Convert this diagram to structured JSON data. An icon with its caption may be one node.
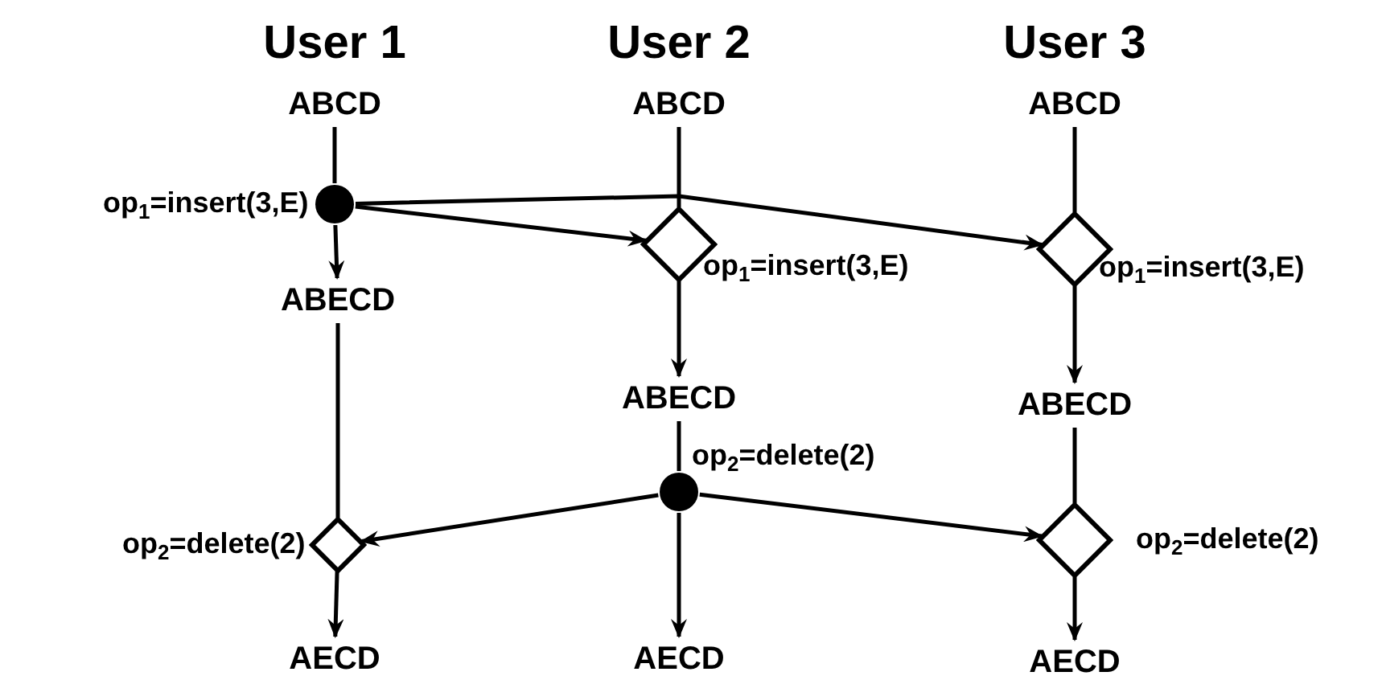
{
  "diagram": {
    "nodes": [
      {
        "text": [
          "ABCD"
        ]
      },
      {
        "text": [
          "ABCD"
        ]
      },
      {
        "text": [
          "ABCD"
        ]
      },
      {
        "text": [],
        "shape": "circle",
        "beside": [
          "op$_{1}$=insert(3,E)"
        ]
      },
      {
        "text": [],
        "shape": "diamond",
        "beside": [
          "op$_{1}$=insert(3,E)"
        ]
      },
      {
        "text": [],
        "shape": "diamond",
        "beside": [
          "op$_{1}$=insert(3,E)"
        ]
      },
      {
        "text": [
          "ABECD"
        ]
      },
      {
        "text": [
          "ABECD"
        ]
      },
      {
        "text": [
          "ABECD"
        ]
      },
      {
        "text": [],
        "shape": "circle",
        "beside": [
          "op$_{2}$=delete(2)"
        ]
      },
      {
        "text": [],
        "shape": "diamond",
        "beside": [
          "op$_{2}$=delete(2)"
        ]
      },
      {
        "text": [],
        "shape": "diamond",
        "beside": [
          "op$_{2}$=delete(2)"
        ]
      },
      {
        "text": [
          "AECD"
        ]
      },
      {
        "text": [
          "AECD"
        ]
      },
      {
        "text": [
          "AECD"
        ]
      }
    ],
    "edges": [
      {
        "from": 0,
        "to": 3,
        "arrow": "none"
      },
      {
        "from": 3,
        "to": 6,
        "arrow": "to"
      },
      {
        "from": 3,
        "to": 4,
        "arrow": "to"
      },
      {
        "from": 3,
        "to": 5,
        "arrow": "to"
      },
      {
        "from": 1,
        "to": 4,
        "arrow": "none"
      },
      {
        "from": 4,
        "to": 7,
        "arrow": "to"
      },
      {
        "from": 2,
        "to": 5,
        "arrow": "none"
      },
      {
        "from": 5,
        "to": 8,
        "arrow": "to"
      },
      {
        "from": 6,
        "to": 10,
        "arrow": "none"
      },
      {
        "from": 7,
        "to": 9,
        "arrow": "none"
      },
      {
        "from": 9,
        "to": 10,
        "arrow": "to"
      },
      {
        "from": 9,
        "to": 13,
        "arrow": "to"
      },
      {
        "from": 9,
        "to": 11,
        "arrow": "to"
      },
      {
        "from": 8,
        "to": 11,
        "arrow": "none"
      },
      {
        "from": 10,
        "to": 12,
        "arrow": "to"
      },
      {
        "from": 11,
        "to": 14,
        "arrow": "to"
      }
    ],
    "labels": [
      "User 1",
      "User 2",
      "User 3"
    ]
  }
}
